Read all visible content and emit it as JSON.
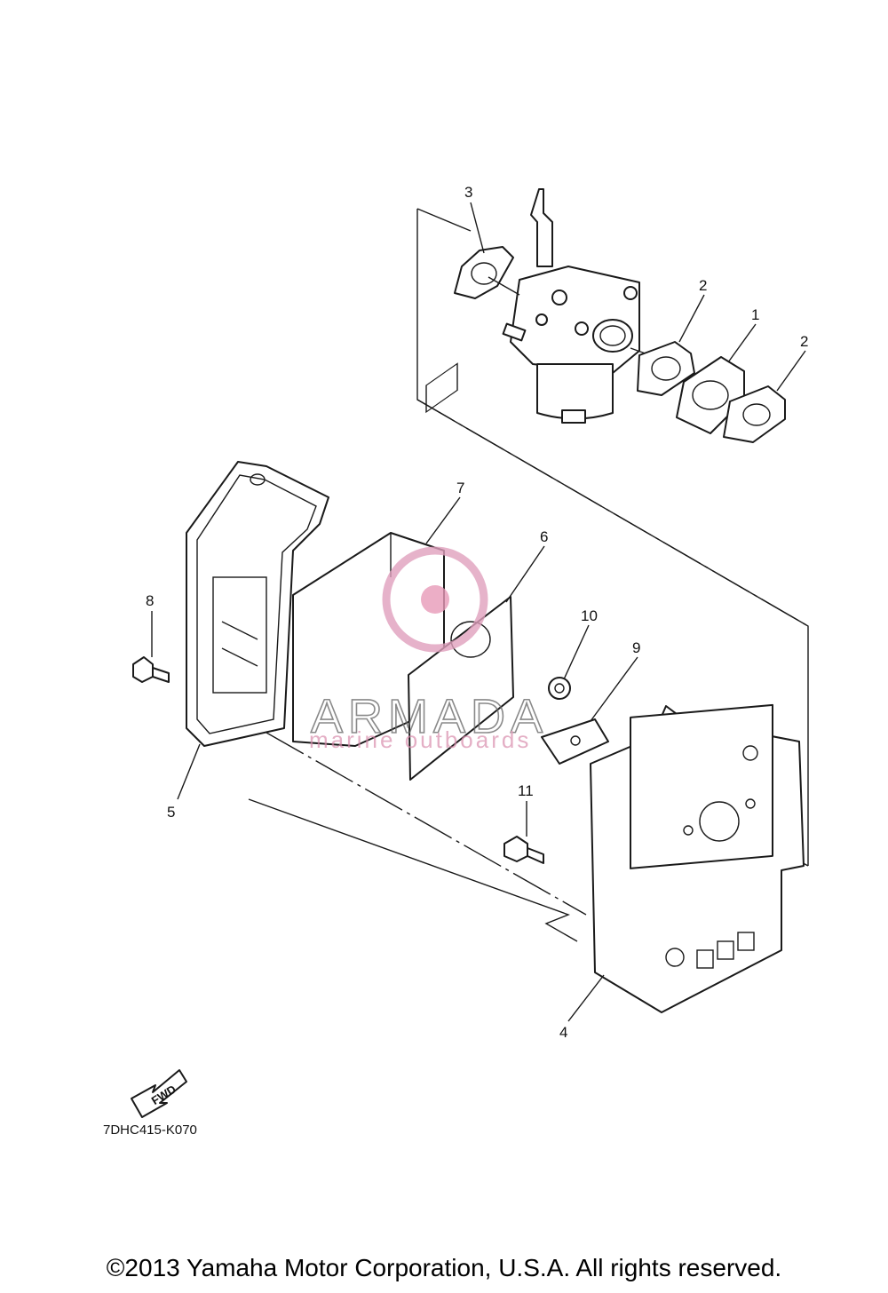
{
  "diagram": {
    "callouts": [
      {
        "id": "c1",
        "label": "1"
      },
      {
        "id": "c2a",
        "label": "2"
      },
      {
        "id": "c2b",
        "label": "2"
      },
      {
        "id": "c3",
        "label": "3"
      },
      {
        "id": "c4",
        "label": "4"
      },
      {
        "id": "c5",
        "label": "5"
      },
      {
        "id": "c6",
        "label": "6"
      },
      {
        "id": "c7",
        "label": "7"
      },
      {
        "id": "c8",
        "label": "8"
      },
      {
        "id": "c9",
        "label": "9"
      },
      {
        "id": "c10",
        "label": "10"
      },
      {
        "id": "c11",
        "label": "11"
      }
    ],
    "fwd_label": "FWD",
    "diagram_code": "7DHC415-K070"
  },
  "watermark": {
    "name": "ARMADA",
    "tagline": "marine outboards",
    "colors": {
      "logo": "#e0a0bd",
      "logo_core": "#e89ab8",
      "text": "#6c6c6c"
    }
  },
  "copyright": "©2013 Yamaha Motor Corporation, U.S.A. All rights reserved."
}
